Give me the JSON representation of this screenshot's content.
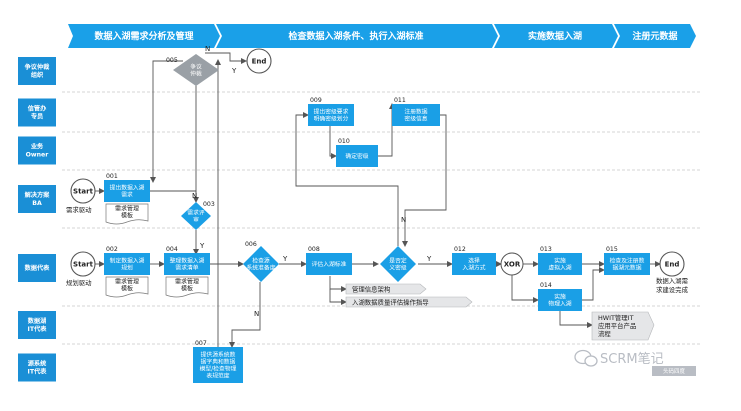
{
  "colors": {
    "primary": "#1a9fe6",
    "lane_label": "#1a8fd6",
    "phase": "#1aa0e8",
    "line": "#555555",
    "divider": "#c7c7c7"
  },
  "phases": [
    "数据入湖需求分析及管理",
    "检查数据入湖条件、执行入湖标准",
    "实施数据入湖",
    "注册元数据"
  ],
  "lanes": [
    [
      "争议仲裁",
      "组织"
    ],
    [
      "信管办",
      "专员"
    ],
    [
      "业务",
      "Owner"
    ],
    [
      "解决方案",
      "BA"
    ],
    [
      "数据代表"
    ],
    [
      "数据湖",
      "IT代表"
    ],
    [
      "源系统",
      "IT代表"
    ]
  ],
  "steps": {
    "s001": {
      "num": "001",
      "lines": [
        "提出数据入湖",
        "需求"
      ]
    },
    "s002": {
      "num": "002",
      "lines": [
        "制定数据入湖",
        "规划"
      ]
    },
    "s003": {
      "num": "003",
      "lines": [
        "需求评",
        "审"
      ]
    },
    "s004": {
      "num": "004",
      "lines": [
        "整理数据入湖",
        "需求清单"
      ]
    },
    "s005": {
      "num": "005",
      "lines": [
        "争议",
        "仲裁"
      ]
    },
    "s006": {
      "num": "006",
      "lines": [
        "检查源",
        "系统准备度"
      ]
    },
    "s007": {
      "num": "007",
      "lines": [
        "提供源系统数",
        "据字典和数据",
        "模型/检查物理",
        "表规范度"
      ]
    },
    "s008": {
      "num": "008",
      "lines": [
        "评估入湖标准"
      ]
    },
    "s009": {
      "num": "009",
      "lines": [
        "提出密级要求",
        "明确密级划分"
      ]
    },
    "s010": {
      "num": "010",
      "lines": [
        "确定密级"
      ]
    },
    "s011": {
      "num": "011",
      "lines": [
        "注册数据",
        "密级信息"
      ]
    },
    "s012": {
      "num": "012",
      "lines": [
        "选择",
        "入湖方式"
      ]
    },
    "s013": {
      "num": "013",
      "lines": [
        "实施",
        "虚拟入湖"
      ]
    },
    "s014": {
      "num": "014",
      "lines": [
        "实施",
        "物理入湖"
      ]
    },
    "s015": {
      "num": "015",
      "lines": [
        "检查及注册数",
        "据湖元数据"
      ]
    },
    "sdec": {
      "num": "",
      "lines": [
        "是否定",
        "义密级"
      ]
    }
  },
  "starts": {
    "start1": "Start",
    "start2": "Start"
  },
  "ends": {
    "end1": "End",
    "end2": "End"
  },
  "xor": "XOR",
  "docs": {
    "doc1": [
      "需求管理",
      "模板"
    ],
    "doc2": [
      "需求管理",
      "模板"
    ],
    "doc3": [
      "需求管理",
      "模板"
    ]
  },
  "labels": {
    "driver1": "需求驱动",
    "driver2": "规划驱动",
    "completion": [
      "数据入湖需",
      "求建设完成"
    ],
    "ref1": "管理信息架构",
    "ref2": "入湖数据质量评估操作指导",
    "ref3": [
      "HWIT管理IT",
      "应用平台产品",
      "流程"
    ]
  },
  "flags": {
    "y": "Y",
    "n": "N"
  },
  "watermark": {
    "text": "SCRM笔记",
    "small": "头码四度"
  }
}
